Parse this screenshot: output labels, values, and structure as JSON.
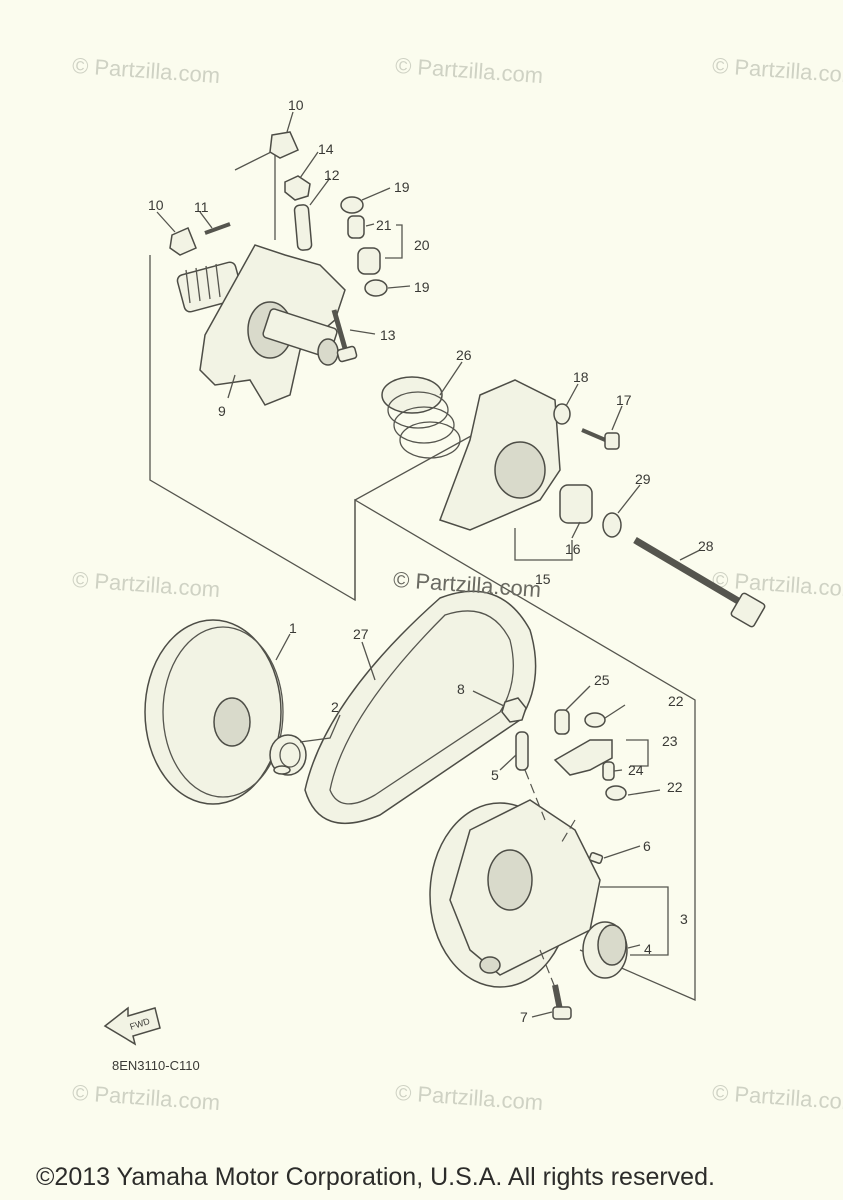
{
  "watermark": {
    "text": "© Partzilla.com",
    "center_text": "© Partzilla.com"
  },
  "diagram": {
    "catalog_code": "8EN3110-C110",
    "fwd_label": "FWD",
    "callouts": [
      {
        "id": "10a",
        "label": "10"
      },
      {
        "id": "14",
        "label": "14"
      },
      {
        "id": "12",
        "label": "12"
      },
      {
        "id": "19a",
        "label": "19"
      },
      {
        "id": "10b",
        "label": "10"
      },
      {
        "id": "11",
        "label": "11"
      },
      {
        "id": "21",
        "label": "21"
      },
      {
        "id": "20",
        "label": "20"
      },
      {
        "id": "19b",
        "label": "19"
      },
      {
        "id": "13",
        "label": "13"
      },
      {
        "id": "9",
        "label": "9"
      },
      {
        "id": "26",
        "label": "26"
      },
      {
        "id": "18",
        "label": "18"
      },
      {
        "id": "17",
        "label": "17"
      },
      {
        "id": "29",
        "label": "29"
      },
      {
        "id": "16",
        "label": "16"
      },
      {
        "id": "15",
        "label": "15"
      },
      {
        "id": "28",
        "label": "28"
      },
      {
        "id": "1",
        "label": "1"
      },
      {
        "id": "27",
        "label": "27"
      },
      {
        "id": "2",
        "label": "2"
      },
      {
        "id": "8",
        "label": "8"
      },
      {
        "id": "25",
        "label": "25"
      },
      {
        "id": "22a",
        "label": "22"
      },
      {
        "id": "23",
        "label": "23"
      },
      {
        "id": "24",
        "label": "24"
      },
      {
        "id": "5",
        "label": "5"
      },
      {
        "id": "22b",
        "label": "22"
      },
      {
        "id": "6",
        "label": "6"
      },
      {
        "id": "3",
        "label": "3"
      },
      {
        "id": "4",
        "label": "4"
      },
      {
        "id": "7",
        "label": "7"
      }
    ]
  },
  "footer": {
    "copyright": "©2013 Yamaha Motor Corporation, U.S.A. All rights reserved."
  }
}
